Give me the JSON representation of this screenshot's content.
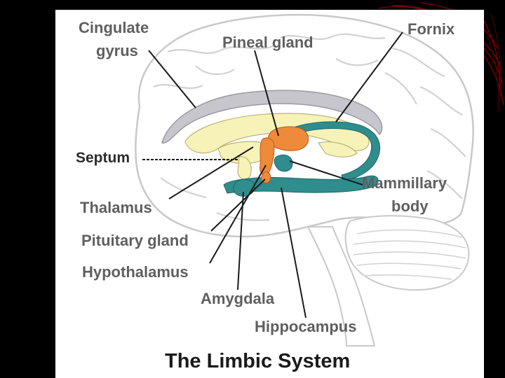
{
  "diagram": {
    "title": "The Limbic System",
    "labels": {
      "cingulate_gyrus_line1": "Cingulate",
      "cingulate_gyrus_line2": "gyrus",
      "pineal_gland": "Pineal gland",
      "fornix": "Fornix",
      "septum": "Septum",
      "mammillary_body_line1": "Mammillary",
      "mammillary_body_line2": "body",
      "thalamus": "Thalamus",
      "pituitary_gland": "Pituitary gland",
      "hypothalamus": "Hypothalamus",
      "amygdala": "Amygdala",
      "hippocampus": "Hippocampus"
    },
    "colors": {
      "slide_background": "#000000",
      "panel_background": "#ffffff",
      "brain_outline": "#c9c9c9",
      "cingulate_gyrus": "#c6c6cc",
      "thalamus_region": "#f7f3b8",
      "fornix_hippocampus": "#2f8d8e",
      "pineal_hypothalamus": "#ee8a3a",
      "label_text": "#5f5f5f",
      "title_text": "#1a1a1a",
      "corner_decoration": "#8b0000"
    }
  }
}
